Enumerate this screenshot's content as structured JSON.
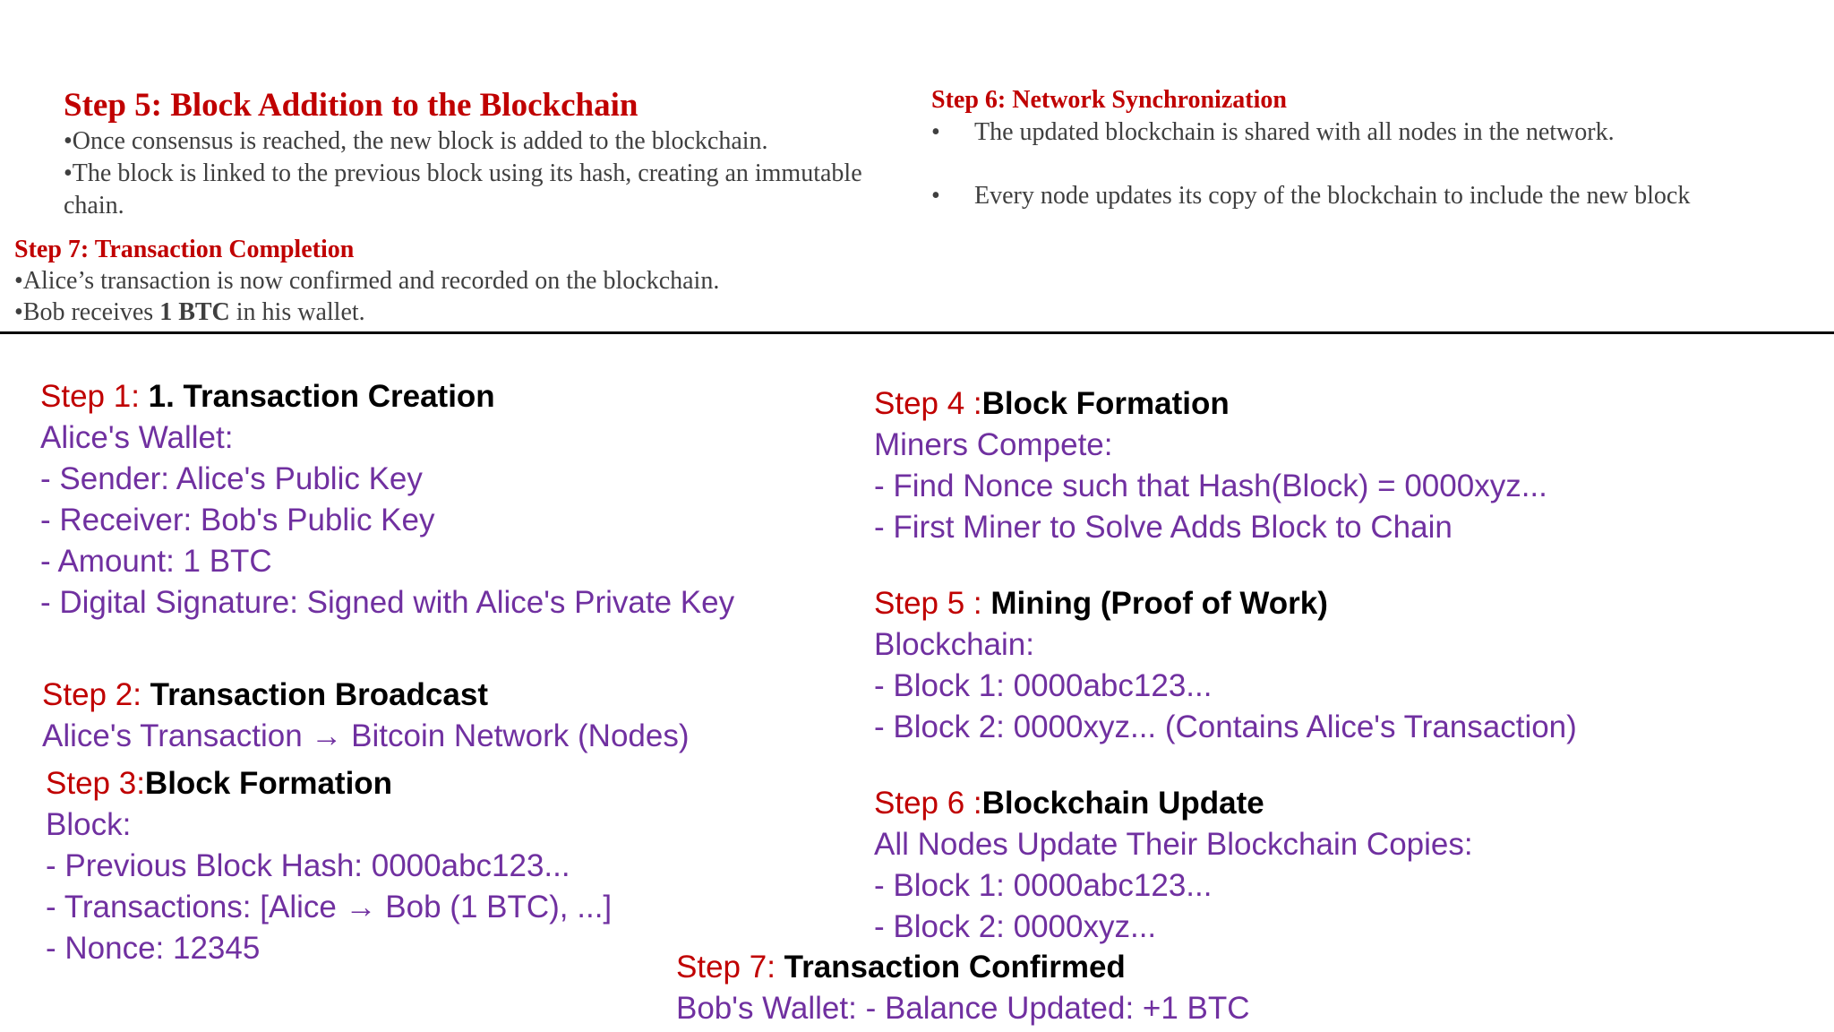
{
  "top": {
    "step5": {
      "heading": "Step 5: Block Addition to the Blockchain",
      "b1": "•Once consensus is reached, the new block is added to the blockchain.",
      "b2": "•The block is linked to the previous block using its hash, creating an immutable",
      "b2_cont": "chain."
    },
    "step6": {
      "heading": "Step 6: Network Synchronization",
      "bullet": "•",
      "b1": "The updated blockchain is shared with all nodes in the network.",
      "b2": "Every node updates its copy of the blockchain to include the new block"
    },
    "step7": {
      "heading": "Step 7: Transaction Completion",
      "b1": "•Alice’s transaction is now confirmed and recorded on the blockchain.",
      "b2_pre": "•Bob receives ",
      "b2_bold": "1 BTC",
      "b2_post": " in his wallet."
    }
  },
  "bottom": {
    "s1": {
      "label": "Step 1: ",
      "title": "1. Transaction Creation",
      "lines": [
        " Alice's Wallet:",
        "- Sender: Alice's Public Key",
        "- Receiver: Bob's Public Key",
        "- Amount: 1 BTC",
        "- Digital Signature: Signed with Alice's Private Key"
      ]
    },
    "s2": {
      "label": "Step 2: ",
      "title": "Transaction Broadcast",
      "lines": [
        "Alice's Transaction → Bitcoin Network (Nodes)"
      ]
    },
    "s3": {
      "label": "Step 3:",
      "title": "Block Formation",
      "lines": [
        "Block:",
        "- Previous Block Hash: 0000abc123...",
        "- Transactions: [Alice → Bob (1 BTC), ...]",
        "- Nonce: 12345"
      ]
    },
    "s4": {
      "label": "Step 4 :",
      "title": "Block Formation",
      "lines": [
        "Miners Compete:",
        "- Find Nonce such that Hash(Block) = 0000xyz...",
        "- First Miner to Solve Adds Block to Chain"
      ]
    },
    "s5": {
      "label": "Step 5 : ",
      "title": "Mining (Proof of Work)",
      "lines": [
        "Blockchain:",
        "- Block 1: 0000abc123...",
        "- Block 2: 0000xyz... (Contains Alice's Transaction)"
      ]
    },
    "s6": {
      "label": "Step 6 :",
      "title": "Blockchain Update",
      "lines": [
        "All Nodes Update Their Blockchain Copies:",
        "- Block 1: 0000abc123...",
        "- Block 2: 0000xyz..."
      ]
    },
    "s7": {
      "label": "Step 7: ",
      "title": "Transaction Confirmed",
      "lines": [
        "Bob's Wallet: - Balance Updated: +1 BTC"
      ]
    }
  },
  "colors": {
    "heading_red": "#c00000",
    "body_purple": "#7030a0",
    "body_gray": "#3f3f3f",
    "divider": "#000000"
  }
}
